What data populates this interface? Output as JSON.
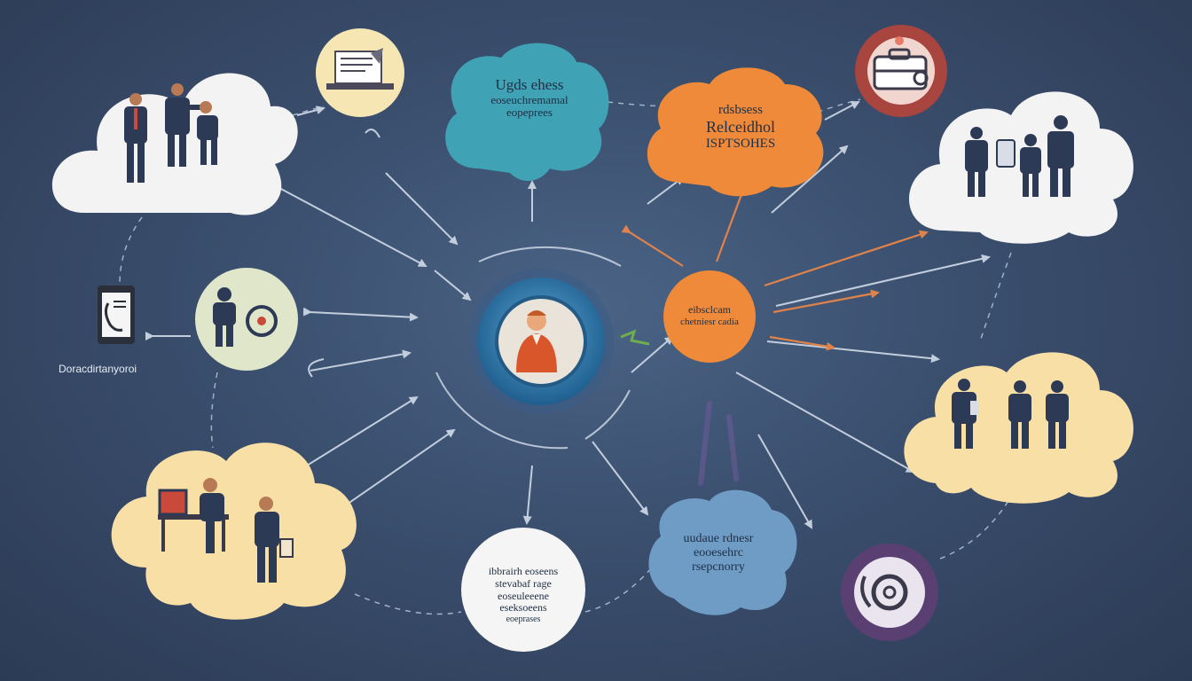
{
  "colors": {
    "background": "#3a4e6d",
    "teal": "#3fa3b5",
    "orange": "#ee8a3a",
    "blue_bubble": "#6f9cc5",
    "white_cloud": "#f3f3f3",
    "cream_cloud": "#f7dfa6",
    "hub_ring": "#2f7fb3",
    "maroon": "#a9453f",
    "purple": "#6a4f86",
    "arrow": "#c3cedd",
    "arrow_orange": "#e0834a"
  },
  "icons": {
    "hub": "person-icon",
    "document": "document-icon",
    "briefcase": "briefcase-icon",
    "gear": "gear-icon",
    "phone": "phone-icon",
    "magnifier": "magnifier-icon"
  },
  "labels": {
    "teal_bubble": [
      "Ugds ehess",
      "eoseuchremamal",
      "eopeprees"
    ],
    "orange_bubble": [
      "rdsbsess",
      "Relceidhol",
      "ISPTSOHES"
    ],
    "orange_circle": [
      "eibsclcam",
      "chetniesr cadia"
    ],
    "white_circle": [
      "ibbrairh eoseens",
      "stevabaf rage",
      "eoseuleeene",
      "eseksoeens",
      "eoeprases"
    ],
    "blue_bubble": [
      "uudaue rdnesr",
      "eooesehrc",
      "rsepcnorry"
    ],
    "caption": "Doracdirtanyoroi"
  }
}
